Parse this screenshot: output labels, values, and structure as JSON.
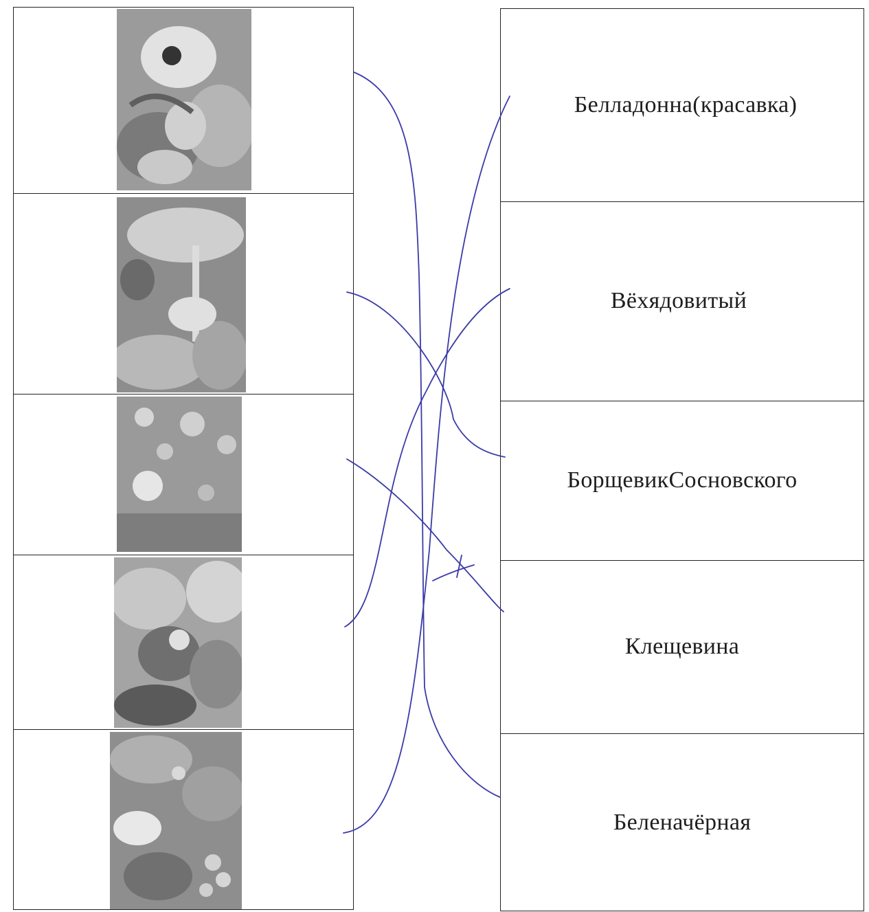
{
  "worksheet": {
    "left_column": {
      "photos": [
        {
          "icon": "flower-photo-icon",
          "subject": "large flower"
        },
        {
          "icon": "umbrella-flower-photo-icon",
          "subject": "umbel plant"
        },
        {
          "icon": "umbel-cluster-photo-icon",
          "subject": "white umbel clusters"
        },
        {
          "icon": "leafy-plant-photo-icon",
          "subject": "broad-leaf plant"
        },
        {
          "icon": "berry-plant-photo-icon",
          "subject": "plant with berries"
        }
      ]
    },
    "right_column": {
      "names": [
        {
          "label": "Белладонна(красавка)"
        },
        {
          "label": "Вёхядовитый"
        },
        {
          "label": "БорщевикСосновского"
        },
        {
          "label": "Клещевина"
        },
        {
          "label": "Беленачёрная"
        }
      ]
    },
    "pen_color": "#3a3aa8",
    "table_border_color": "#222222"
  }
}
